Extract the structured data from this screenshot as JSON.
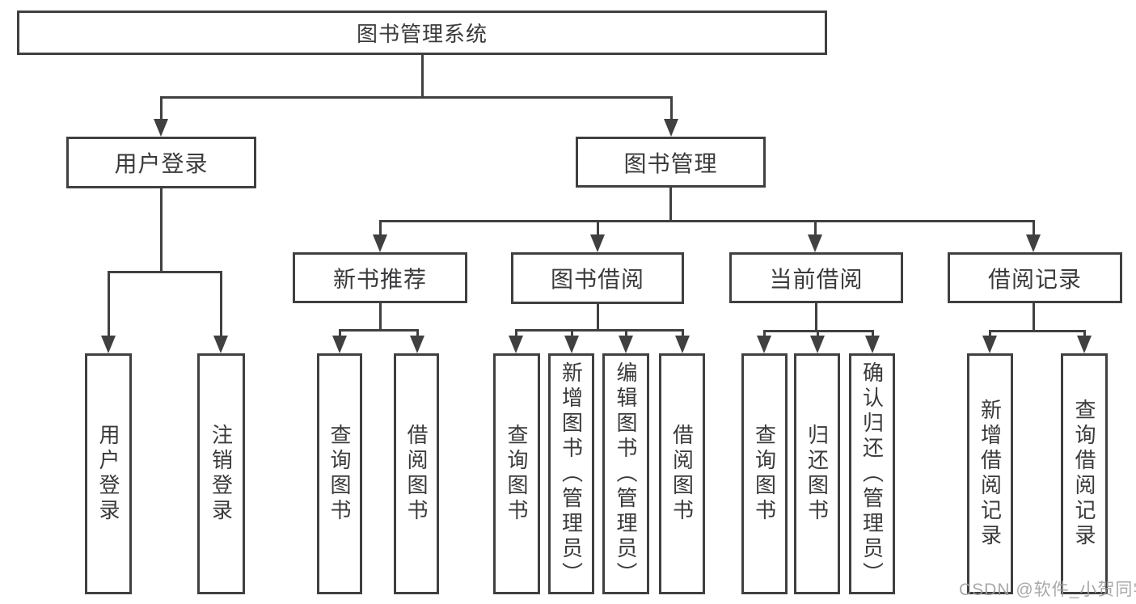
{
  "diagram": {
    "tree": {
      "label": "图书管理系统",
      "children": [
        {
          "label": "用户登录",
          "children": [
            {
              "label": "用户登录"
            },
            {
              "label": "注销登录"
            }
          ]
        },
        {
          "label": "图书管理",
          "children": [
            {
              "label": "新书推荐",
              "children": [
                {
                  "label": "查询图书"
                },
                {
                  "label": "借阅图书"
                }
              ]
            },
            {
              "label": "图书借阅",
              "children": [
                {
                  "label": "查询图书"
                },
                {
                  "label": "新增图书（管理员）"
                },
                {
                  "label": "编辑图书（管理员）"
                },
                {
                  "label": "借阅图书"
                }
              ]
            },
            {
              "label": "当前借阅",
              "children": [
                {
                  "label": "查询图书"
                },
                {
                  "label": "归还图书"
                },
                {
                  "label": "确认归还（管理员）"
                }
              ]
            },
            {
              "label": "借阅记录",
              "children": [
                {
                  "label": "新增借阅记录"
                },
                {
                  "label": "查询借阅记录"
                }
              ]
            }
          ]
        }
      ]
    },
    "colors": {
      "line": "#404042",
      "text": "#3a3a3c",
      "background": "#ffffff",
      "watermark": "#9f9f9f"
    }
  },
  "watermark": {
    "text": "CSDN @软件_小贺同学"
  }
}
